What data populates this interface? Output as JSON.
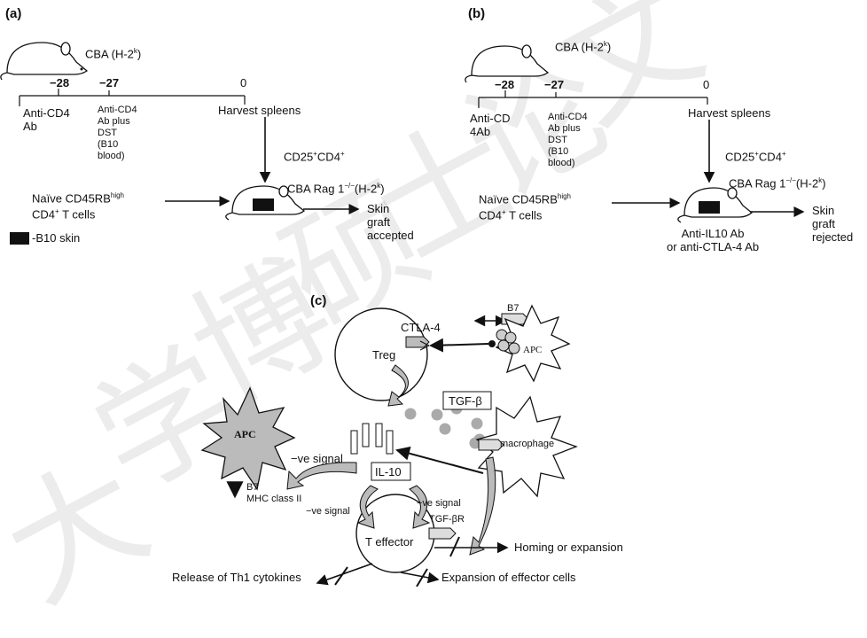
{
  "panels": {
    "a": "(a)",
    "b": "(b)",
    "c": "(c)"
  },
  "panel_a": {
    "strain": "CBA (H-2",
    "strain_sup": "k",
    "strain_end": ")",
    "t1": "−28",
    "t2": "−27",
    "t3": "0",
    "e1": "Anti-CD4\nAb",
    "e2": "Anti-CD4\nAb plus\nDST\n(B10\nblood)",
    "e3": "Harvest spleens",
    "cells": "CD25",
    "cells_sup1": "+",
    "cells_mid": "CD4",
    "cells_sup2": "+",
    "recipient": "CBA Rag 1",
    "recipient_sup": "−/−",
    "recipient_end": "(H-2",
    "recipient_sup2": "k",
    "recipient_end2": ")",
    "naive": "Naïve CD45RB",
    "naive_sup": "high",
    "naive2": "CD4",
    "naive2_sup": "+",
    "naive2_end": " T cells",
    "outcome": "Skin\ngraft\naccepted",
    "legend": "-B10 skin"
  },
  "panel_b": {
    "strain": "CBA (H-2",
    "strain_sup": "k",
    "strain_end": ")",
    "t1": "−28",
    "t2": "−27",
    "t3": "0",
    "e1": "Anti-CD\n4Ab",
    "e2": "Anti-CD4\nAb plus\nDST\n(B10\nblood)",
    "e3": "Harvest spleens",
    "cells": "CD25",
    "cells_sup1": "+",
    "cells_mid": "CD4",
    "cells_sup2": "+",
    "recipient": "CBA Rag 1",
    "recipient_sup": "−/−",
    "recipient_end": "(H-2",
    "recipient_sup2": "k",
    "recipient_end2": ")",
    "naive": "Naïve CD45RB",
    "naive_sup": "high",
    "naive2": "CD4",
    "naive2_sup": "+",
    "naive2_end": " T cells",
    "treatment": "Anti-IL10 Ab\nor anti-CTLA-4 Ab",
    "outcome": "Skin\ngraft\nrejected"
  },
  "panel_c": {
    "ctla4": "CTLA-4",
    "b7_top": "B7",
    "apc_right": "APC",
    "treg": "Treg",
    "tgfb": "TGF-β",
    "apc_left": "APC",
    "macrophage": "macrophage",
    "neg_signal_1": "−ve signal",
    "il10": "IL-10",
    "b7_mhc": "B7\nMHC class II",
    "neg_signal_2": "−ve signal",
    "neg_signal_3": "−ve signal",
    "tgfbr": "TGF-βR",
    "teffector": "T effector",
    "homing": "Homing or expansion",
    "th1": "Release of Th1 cytokines",
    "expansion": "Expansion of effector cells"
  },
  "watermark": [
    "大",
    "学",
    "博",
    "硕",
    "士",
    "论",
    "文"
  ],
  "colors": {
    "stroke": "#111111",
    "gray_fill": "#bbbbbb",
    "light_gray": "#d9d9d9",
    "watermark": "#969696"
  }
}
